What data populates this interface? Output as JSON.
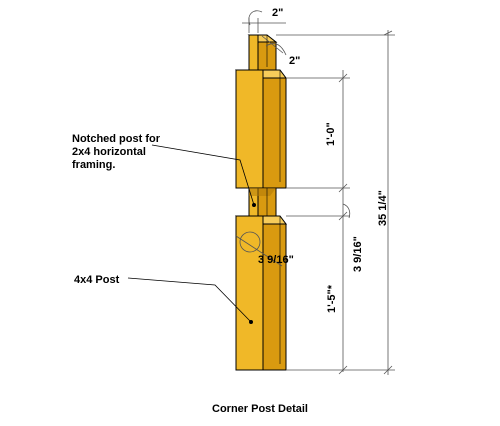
{
  "title": "Corner Post Detail",
  "labels": {
    "notched_line1": "Notched post for",
    "notched_line2": "2x4 horizontal",
    "notched_line3": "framing.",
    "post": "4x4 Post"
  },
  "dimensions": {
    "top_width_a": "2\"",
    "top_width_b": "2\"",
    "upper_block": "1'-0\"",
    "notch_depth": "3 9/16\"",
    "notch_gap": "3 9/16\"",
    "lower_block": "1'-5\"*",
    "overall": "35 1/4\""
  },
  "colors": {
    "wood_front": "#f0b828",
    "wood_side": "#d99a10",
    "wood_top": "#f7cc5a",
    "outline": "#000000",
    "dim_line": "#555555"
  }
}
